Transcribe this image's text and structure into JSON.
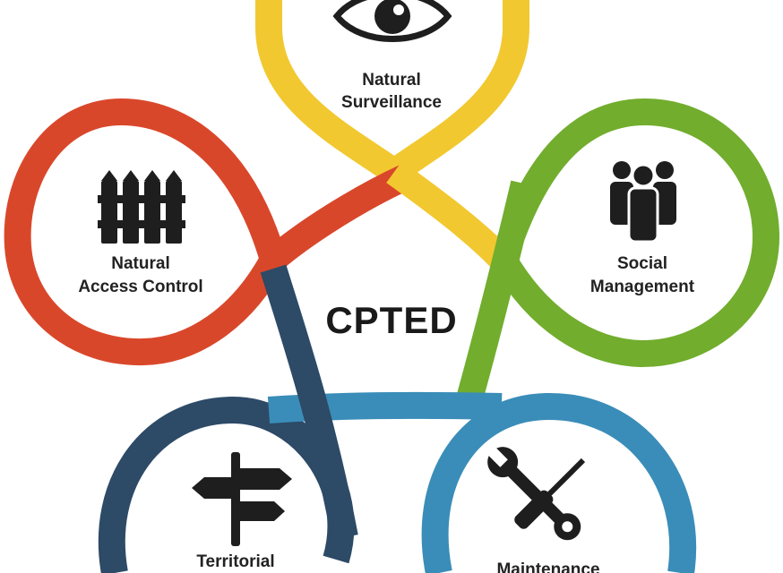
{
  "title": "CPTED",
  "colors": {
    "surveillance": "#f2c830",
    "access": "#d9472b",
    "social": "#72ad2e",
    "territorial": "#2d4a67",
    "maintenance": "#3a8db8",
    "icon": "#1e1e1e"
  },
  "petals": [
    {
      "id": "surveillance",
      "icon": "eye-icon",
      "label_lines": [
        "Natural",
        "Surveillance"
      ]
    },
    {
      "id": "access",
      "icon": "fence-icon",
      "label_lines": [
        "Natural",
        "Access Control"
      ]
    },
    {
      "id": "social",
      "icon": "people-icon",
      "label_lines": [
        "Social",
        "Management"
      ]
    },
    {
      "id": "territorial",
      "icon": "signpost-icon",
      "label_lines": [
        "Territorial",
        ""
      ]
    },
    {
      "id": "maintenance",
      "icon": "wrench-screwdriver-icon",
      "label_lines": [
        "Maintenance",
        ""
      ]
    }
  ]
}
